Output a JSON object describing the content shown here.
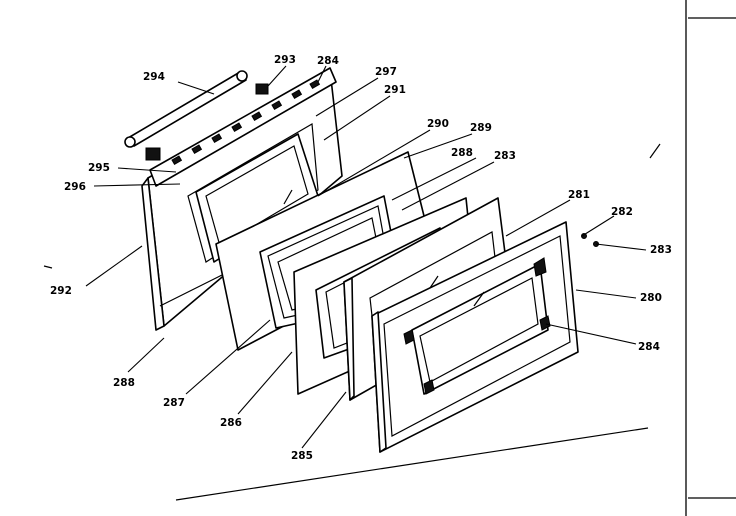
{
  "title": "",
  "callouts": [
    {
      "id": "c294a",
      "text": "294"
    },
    {
      "id": "c293",
      "text": "293"
    },
    {
      "id": "c284a",
      "text": "284"
    },
    {
      "id": "c297",
      "text": "297"
    },
    {
      "id": "c291",
      "text": "291"
    },
    {
      "id": "c290",
      "text": "290"
    },
    {
      "id": "c289",
      "text": "289"
    },
    {
      "id": "c288a",
      "text": "288"
    },
    {
      "id": "c283a",
      "text": "283"
    },
    {
      "id": "c295",
      "text": "295"
    },
    {
      "id": "c296",
      "text": "296"
    },
    {
      "id": "c281",
      "text": "281"
    },
    {
      "id": "c282",
      "text": "282"
    },
    {
      "id": "c283b",
      "text": "283"
    },
    {
      "id": "c292",
      "text": "292"
    },
    {
      "id": "c280",
      "text": "280"
    },
    {
      "id": "c284b",
      "text": "284"
    },
    {
      "id": "c288b",
      "text": "288"
    },
    {
      "id": "c287",
      "text": "287"
    },
    {
      "id": "c286",
      "text": "286"
    },
    {
      "id": "c285",
      "text": "285"
    }
  ]
}
